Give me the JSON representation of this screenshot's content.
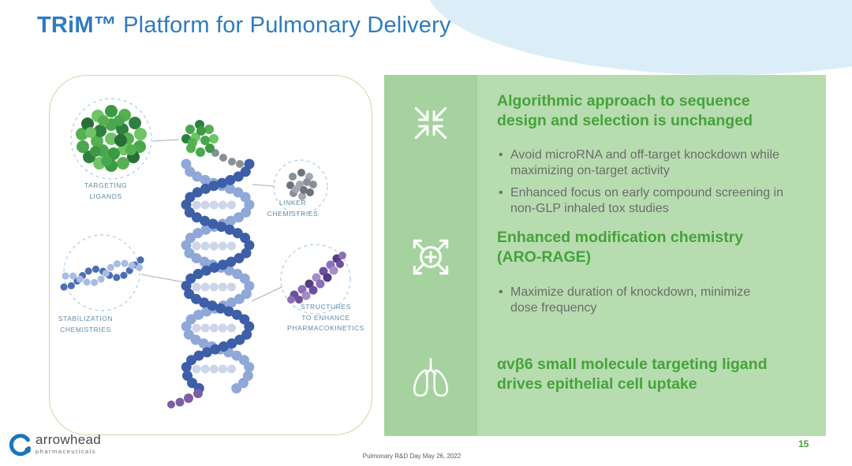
{
  "slide": {
    "title_bold": "TRiM™",
    "title_rest": " Platform for Pulmonary Delivery",
    "footer_note": "Pulmonary R&D Day May 26, 2022",
    "page_number": "15"
  },
  "logo": {
    "name": "arrowhead",
    "subtitle": "pharmaceuticals"
  },
  "diagram": {
    "labels": {
      "targeting": "TARGETING\nLIGANDS",
      "linker": "LINKER\nCHEMISTRIES",
      "stabilization": "STABILIZATION\nCHEMISTRIES",
      "structures": "STRUCTURES\nTO ENHANCE\nPHARMACOKINETICS"
    }
  },
  "panel": {
    "sections": [
      {
        "icon": "converge-arrows-icon",
        "heading": "Algorithmic approach to sequence design and selection is unchanged",
        "bullets": [
          "Avoid microRNA and off-target knockdown while maximizing on-target activity",
          "Enhanced focus on early compound screening in non-GLP inhaled tox studies"
        ]
      },
      {
        "icon": "expanding-plus-circle-icon",
        "heading": "Enhanced modification chemistry (ARO-RAGE)",
        "bullets": [
          "Maximize duration of knockdown, minimize dose frequency"
        ]
      },
      {
        "icon": "lungs-icon",
        "heading": "αvβ6 small molecule targeting ligand drives epithelial cell uptake",
        "bullets": []
      }
    ]
  },
  "colors": {
    "title_blue": "#2e7bc0",
    "heading_green": "#45a33a",
    "panel_green": "#b7dcb0",
    "icon_strip_green": "#a5d29e",
    "label_blue": "#5d8aa8",
    "accent_blob": "#dbeef8"
  }
}
